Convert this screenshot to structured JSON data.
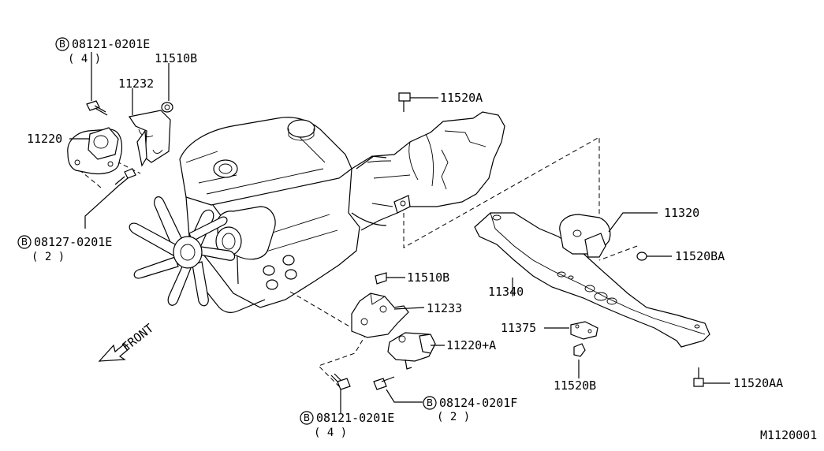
{
  "labels": {
    "bolt_top_code": "08121-0201E",
    "bolt_top_qty": "( 4 )",
    "nut_11510b_top": "11510B",
    "bracket_11232": "11232",
    "mount_11220": "11220",
    "bolt_left_code": "08127-0201E",
    "bolt_left_qty": "( 2 )",
    "bolt_11520a": "11520A",
    "nut_11510b_mid": "11510B",
    "bracket_11233": "11233",
    "mount_11220a": "11220+A",
    "mount_11320": "11320",
    "nut_11520ba": "11520BA",
    "member_11340": "11340",
    "pad_11375": "11375",
    "nut_11520b": "11520B",
    "bolt_11520aa": "11520AA",
    "bolt_right_code": "08124-0201F",
    "bolt_right_qty": "( 2 )",
    "bolt_bottom_code": "08121-0201E",
    "bolt_bottom_qty": "( 4 )",
    "front": "FRONT",
    "drawing_id": "M1120001",
    "b_marker": "B"
  }
}
